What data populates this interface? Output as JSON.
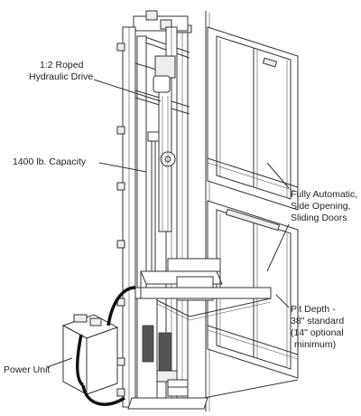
{
  "labels": {
    "drive_line1": "1:2 Roped",
    "drive_line2": "Hydraulic Drive",
    "capacity": "1400 lb. Capacity",
    "doors_line1": "Fully Automatic,",
    "doors_line2": "Side Opening,",
    "doors_line3": "Sliding Doors",
    "pit_line1": "Pit Depth -",
    "pit_line2": "38\" standard",
    "pit_line3": "(14\" optional",
    "pit_line4": "minimum)",
    "power_unit": "Power Unit"
  },
  "colors": {
    "line": "#333333",
    "background": "#ffffff",
    "cable": "#111111"
  }
}
